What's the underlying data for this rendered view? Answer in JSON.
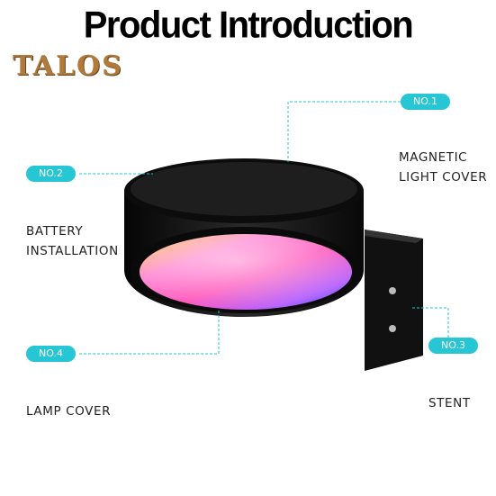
{
  "title": "Product Introduction",
  "logo": "TALOS",
  "callouts": [
    {
      "badge": "NO.1",
      "label_lines": [
        "MAGNETIC",
        "LIGHT COVER"
      ]
    },
    {
      "badge": "NO.2",
      "label_lines": [
        "BATTERY",
        "INSTALLATION"
      ]
    },
    {
      "badge": "NO.3",
      "label_lines": [
        "STENT"
      ]
    },
    {
      "badge": "NO.4",
      "label_lines": [
        "LAMP COVER"
      ]
    }
  ],
  "colors": {
    "badge": "#27c6d4",
    "leader": "#27c6d4",
    "logo": "#b07a3a",
    "lamp_body": "#111111"
  }
}
